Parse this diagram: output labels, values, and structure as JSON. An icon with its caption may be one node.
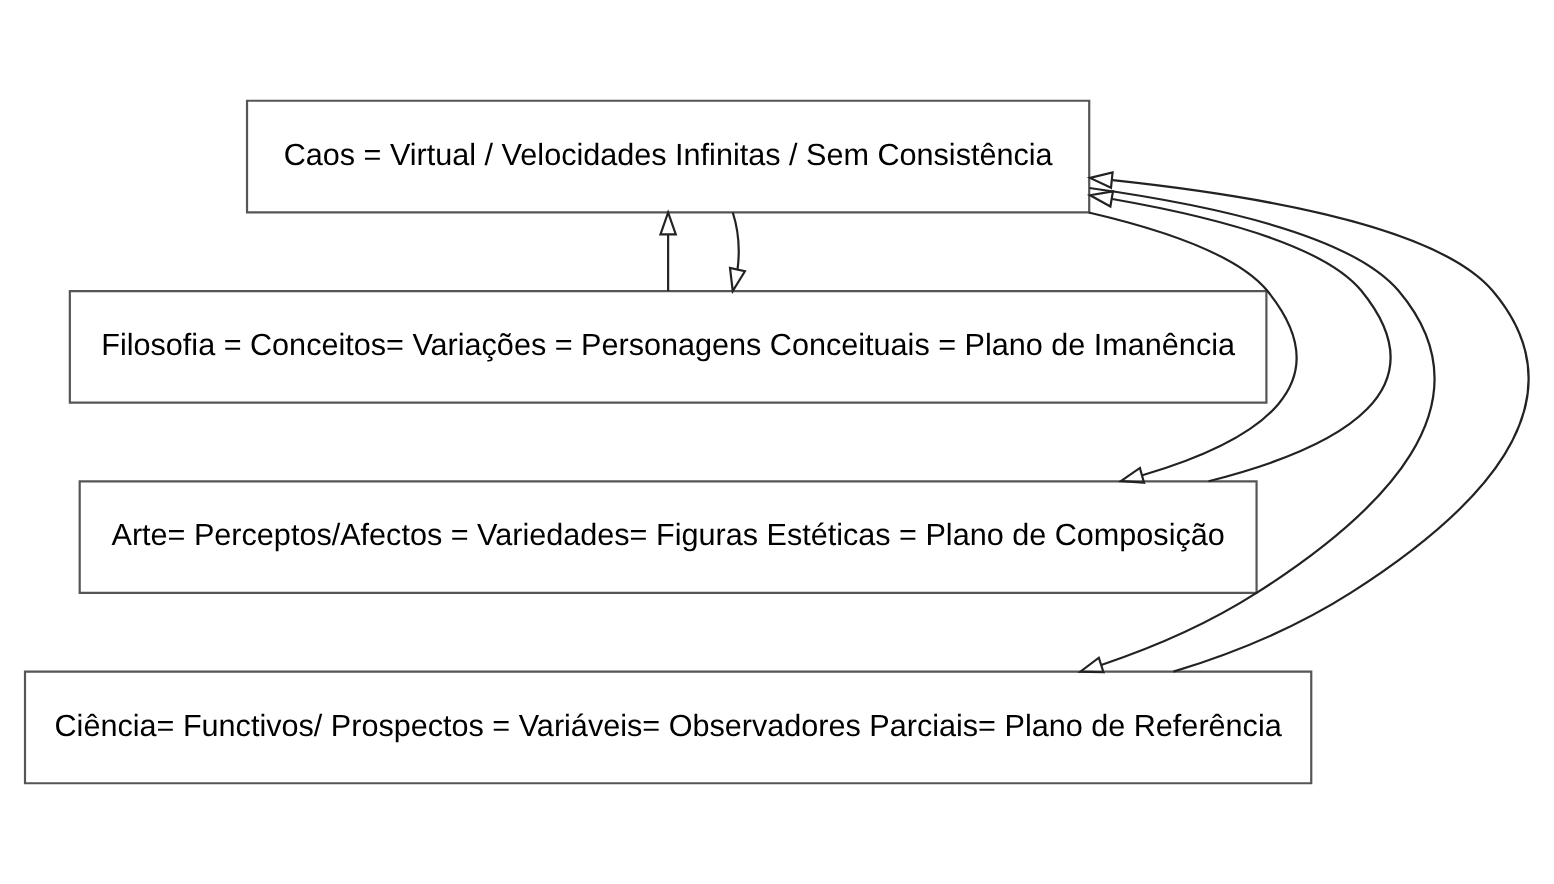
{
  "diagram": {
    "nodes": [
      {
        "text": [
          "Caos = Virtual / Velocidades Infinitas / Sem Consistência"
        ]
      },
      {
        "text": [
          "Filosofia = Conceitos= Variações = Personagens Conceituais = Plano de Imanência"
        ]
      },
      {
        "text": [
          "Arte= Perceptos/Afectos = Variedades= Figuras Estéticas = Plano de Composição"
        ]
      },
      {
        "text": [
          "Ciência= Functivos/ Prospectos = Variáveis= Observadores Parciais= Plano de Referência"
        ]
      }
    ],
    "edges": [
      {
        "from": 3,
        "to": 0,
        "arrow": "to"
      },
      {
        "from": 0,
        "to": 3,
        "arrow": "to"
      },
      {
        "from": 1,
        "to": 0,
        "arrow": "to"
      },
      {
        "from": 0,
        "to": 1,
        "arrow": "to"
      },
      {
        "from": 0,
        "to": 2,
        "arrow": "to"
      },
      {
        "from": 2,
        "to": 0,
        "arrow": "to"
      }
    ]
  }
}
